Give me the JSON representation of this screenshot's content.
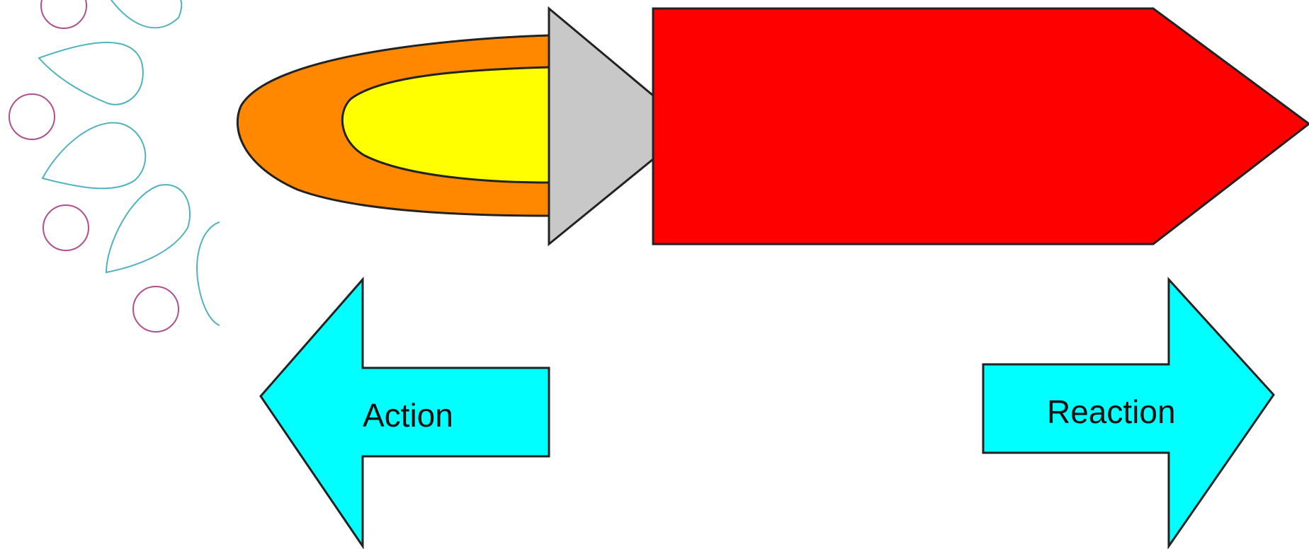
{
  "labels": {
    "action": "Action",
    "reaction": "Reaction"
  },
  "colors": {
    "flame_outer": "#ff8800",
    "flame_inner": "#ffff00",
    "nose_cone": "#c8c8c8",
    "rocket_body": "#ff0000",
    "arrows": "#00ffff",
    "outline": "#222222",
    "decor_petals": "#4fb3bf",
    "decor_circles": "#b0508f"
  },
  "icons": {
    "decoration": "floral-circles-petals",
    "action_arrow": "left-arrow",
    "reaction_arrow": "right-arrow"
  }
}
